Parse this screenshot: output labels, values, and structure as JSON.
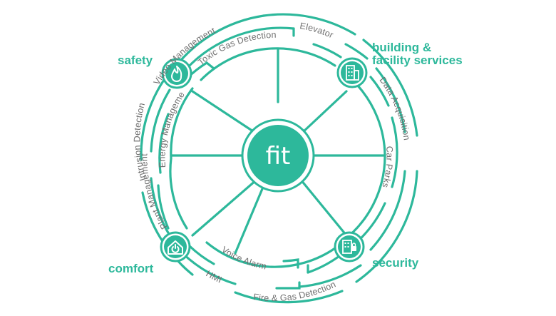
{
  "center": {
    "label": "fit"
  },
  "categories": {
    "safety": "safety",
    "building_line1": "building &",
    "building_line2": "facility services",
    "comfort": "comfort",
    "security": "security"
  },
  "rings": {
    "video_management": "Video Management",
    "elevator": "Elevator",
    "toxic_gas_detection": "Toxic Gas Detection",
    "data_acquisition": "Data Acquisition",
    "car_parks": "Car Parks",
    "intrusion_detection": "Intrusion Detection",
    "energy_management": "Energy Management",
    "plant_management": "Plant Management",
    "voice_alarm": "Voice Alarm",
    "hmi": "HMI",
    "fire_gas_detection": "Fire & Gas Detection"
  },
  "icons": {
    "safety": "flame-icon",
    "building": "building-icon",
    "comfort": "home-power-icon",
    "security": "secure-building-icon"
  },
  "colors": {
    "accent": "#2db89b",
    "label_text": "#6f6f6f",
    "background": "#ffffff"
  }
}
